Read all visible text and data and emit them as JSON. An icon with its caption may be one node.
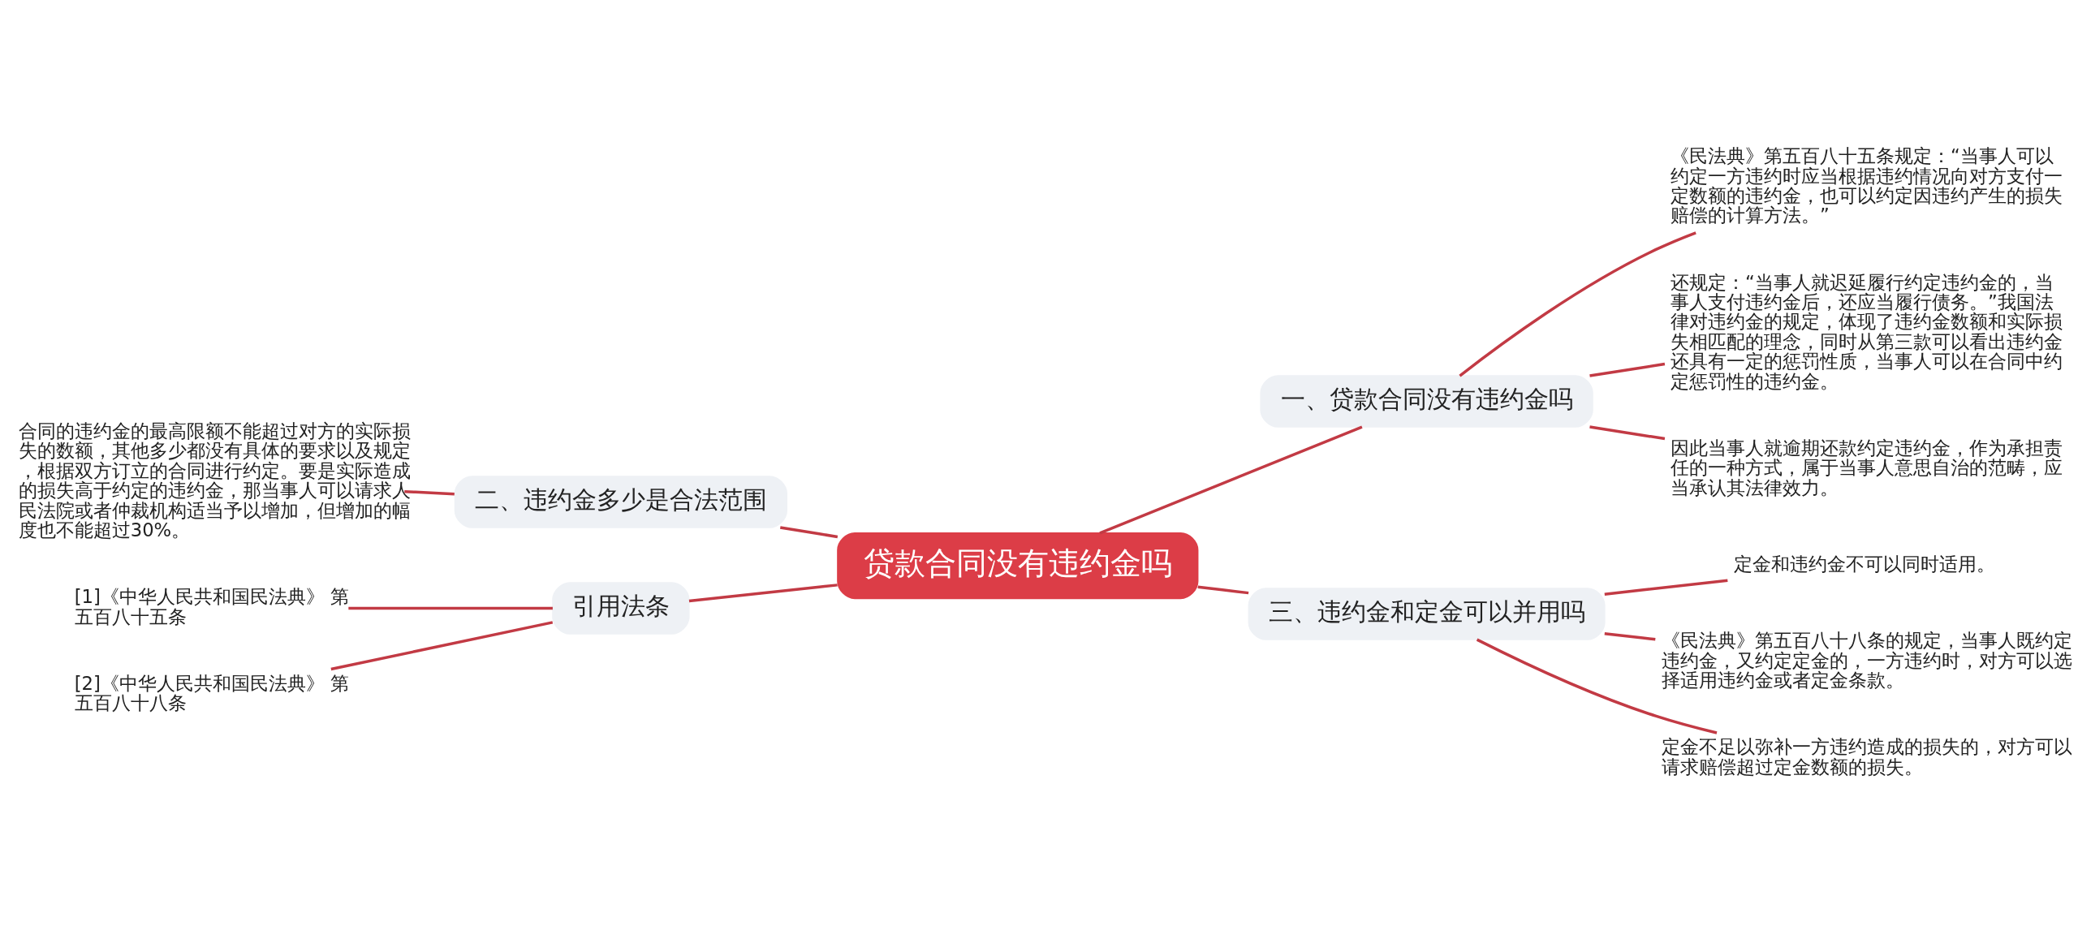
{
  "diagram": {
    "nodes": [
      {
        "text": [
          "贷款合同没有违约金吗"
        ]
      },
      {
        "text": [
          "一、贷款合同没有违约金吗"
        ]
      },
      {
        "text": [
          "《民法典》第五百八十五条规定：“当事人可以约定一方违约时应当根据违约情况向对方支付一定数额的违约金，也可以约定因违约产生的损失赔偿的计算方法。”"
        ]
      },
      {
        "text": [
          "还规定：“当事人就迟延履行约定违约金的，当事人支付违约金后，还应当履行债务。”我国法律对违约金的规定，体现了违约金数额和实际损失相匹配的理念，同时从第三款可以看出违约金还具有一定的惩罚性质，当事人可以在合同中约定惩罚性的违约金。"
        ]
      },
      {
        "text": [
          "因此当事人就逾期还款约定违约金，作为承担责任的一种方式，属于当事人意思自治的范畴，应当承认其法律效力。"
        ]
      },
      {
        "text": [
          "三、违约金和定金可以并用吗"
        ]
      },
      {
        "text": [
          "定金和违约金不可以同时适用。"
        ]
      },
      {
        "text": [
          "《民法典》第五百八十八条的规定，当事人既约定违约金，又约定定金的，一方违约时，对方可以选择适用违约金或者定金条款。"
        ]
      },
      {
        "text": [
          "定金不足以弥补一方违约造成的损失的，对方可以请求赔偿超过定金数额的损失。"
        ]
      },
      {
        "text": [
          "二、违约金多少是合法范围"
        ]
      },
      {
        "text": [
          "合同的违约金的最高限额不能超过对方的实际损失的数额，其他多少都没有具体的要求以及规定，根据双方订立的合同进行约定。要是实际造成的损失高于约定的违约金，那当事人可以请求人民法院或者仲裁机构适当予以增加，但增加的幅度也不能超过30%。"
        ]
      },
      {
        "text": [
          "引用法条"
        ]
      },
      {
        "text": [
          "[1]《中华人民共和国民法典》 第五百八十五条"
        ]
      },
      {
        "text": [
          "[2]《中华人民共和国民法典》 第五百八十八条"
        ]
      }
    ],
    "edges": [
      {
        "from": 0,
        "to": 1,
        "arrow": "none"
      },
      {
        "from": 1,
        "to": 2,
        "arrow": "none"
      },
      {
        "from": 1,
        "to": 3,
        "arrow": "none"
      },
      {
        "from": 1,
        "to": 4,
        "arrow": "none"
      },
      {
        "from": 0,
        "to": 5,
        "arrow": "none"
      },
      {
        "from": 5,
        "to": 6,
        "arrow": "none"
      },
      {
        "from": 5,
        "to": 7,
        "arrow": "none"
      },
      {
        "from": 5,
        "to": 8,
        "arrow": "none"
      },
      {
        "from": 0,
        "to": 9,
        "arrow": "none"
      },
      {
        "from": 9,
        "to": 10,
        "arrow": "none"
      },
      {
        "from": 0,
        "to": 11,
        "arrow": "none"
      },
      {
        "from": 11,
        "to": 12,
        "arrow": "none"
      },
      {
        "from": 11,
        "to": 13,
        "arrow": "none"
      }
    ]
  }
}
